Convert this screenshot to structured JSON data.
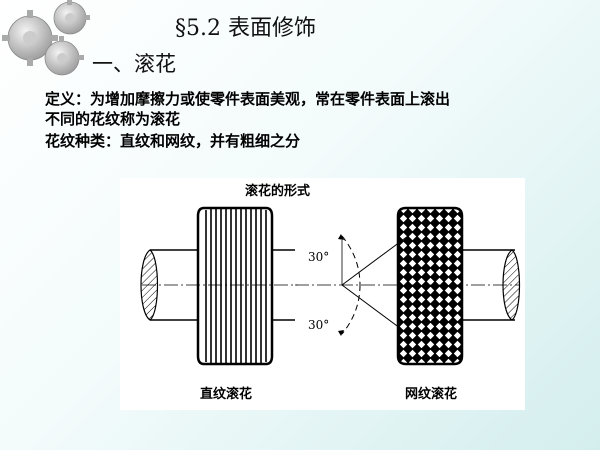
{
  "title": "§5.2  表面修饰",
  "subtitle": "一、滚花",
  "definition_line1": "定义：为增加摩擦力或使零件表面美观，常在零件表面上滚出",
  "definition_line2": "不同的花纹称为滚花",
  "types_line": "花纹种类：直纹和网纹，并有粗细之分",
  "figure": {
    "title": "滚花的形式",
    "label_straight": "直纹滚花",
    "label_mesh": "网纹滚花",
    "angle_top": "30°",
    "angle_bottom": "30°"
  },
  "icons": [
    "gears-icon"
  ]
}
